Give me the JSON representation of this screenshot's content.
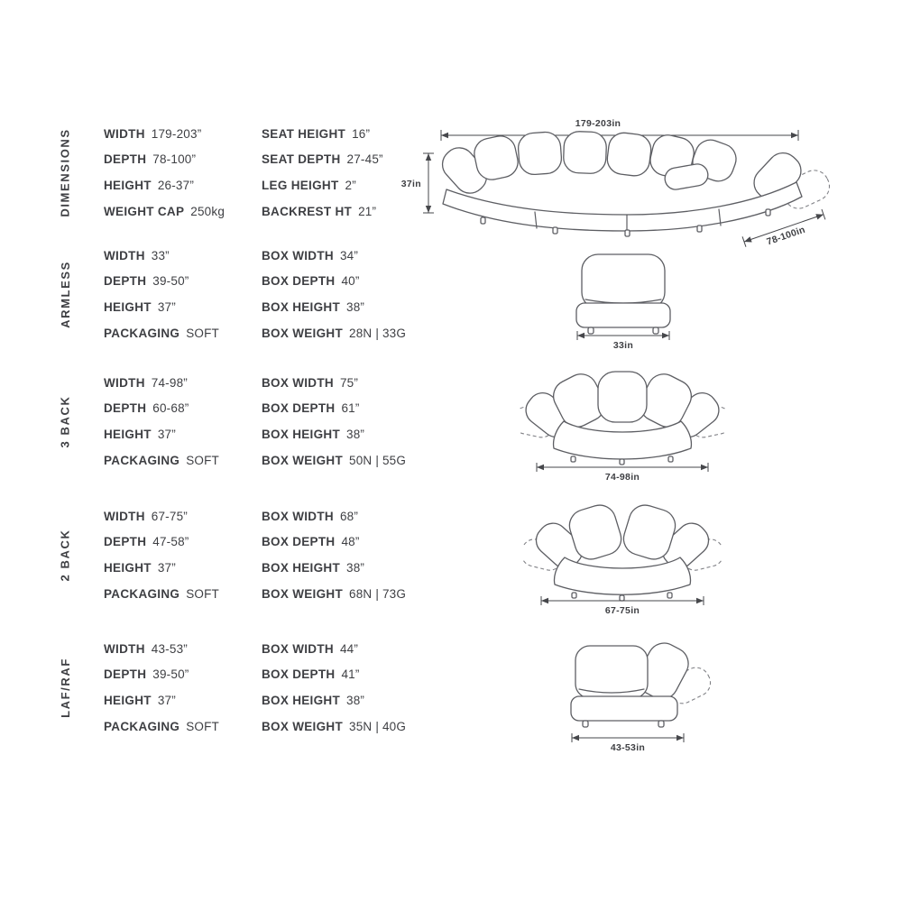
{
  "page": {
    "background": "#ffffff",
    "text_color": "#3e3f43",
    "line_color": "#5d5e63"
  },
  "sections": [
    {
      "label": "DIMENSIONS",
      "rows_col1": [
        {
          "key": "WIDTH",
          "value": "179-203”"
        },
        {
          "key": "DEPTH",
          "value": "78-100”"
        },
        {
          "key": "HEIGHT",
          "value": "26-37”"
        },
        {
          "key": "WEIGHT CAP",
          "value": "250kg"
        }
      ],
      "rows_col2": [
        {
          "key": "SEAT HEIGHT",
          "value": "16”"
        },
        {
          "key": "SEAT DEPTH",
          "value": "27-45”"
        },
        {
          "key": "LEG HEIGHT",
          "value": "2”"
        },
        {
          "key": "BACKREST HT",
          "value": "21”"
        }
      ],
      "diagram_labels": {
        "width": "179-203in",
        "height": "37in",
        "depth": "78-100in"
      }
    },
    {
      "label": "ARMLESS",
      "rows_col1": [
        {
          "key": "WIDTH",
          "value": "33”"
        },
        {
          "key": "DEPTH",
          "value": "39-50”"
        },
        {
          "key": "HEIGHT",
          "value": "37”"
        },
        {
          "key": "PACKAGING",
          "value": "SOFT"
        }
      ],
      "rows_col2": [
        {
          "key": "BOX WIDTH",
          "value": "34”"
        },
        {
          "key": "BOX DEPTH",
          "value": "40”"
        },
        {
          "key": "BOX HEIGHT",
          "value": "38”"
        },
        {
          "key": "BOX WEIGHT",
          "value": "28N | 33G"
        }
      ],
      "diagram_labels": {
        "width": "33in"
      }
    },
    {
      "label": "3 BACK",
      "rows_col1": [
        {
          "key": "WIDTH",
          "value": "74-98”"
        },
        {
          "key": "DEPTH",
          "value": "60-68”"
        },
        {
          "key": "HEIGHT",
          "value": "37”"
        },
        {
          "key": "PACKAGING",
          "value": "SOFT"
        }
      ],
      "rows_col2": [
        {
          "key": "BOX WIDTH",
          "value": "75”"
        },
        {
          "key": "BOX DEPTH",
          "value": "61”"
        },
        {
          "key": "BOX HEIGHT",
          "value": "38”"
        },
        {
          "key": "BOX WEIGHT",
          "value": "50N | 55G"
        }
      ],
      "diagram_labels": {
        "width": "74-98in"
      }
    },
    {
      "label": "2 BACK",
      "rows_col1": [
        {
          "key": "WIDTH",
          "value": "67-75”"
        },
        {
          "key": "DEPTH",
          "value": "47-58”"
        },
        {
          "key": "HEIGHT",
          "value": "37”"
        },
        {
          "key": "PACKAGING",
          "value": "SOFT"
        }
      ],
      "rows_col2": [
        {
          "key": "BOX WIDTH",
          "value": "68”"
        },
        {
          "key": "BOX DEPTH",
          "value": "48”"
        },
        {
          "key": "BOX HEIGHT",
          "value": "38”"
        },
        {
          "key": "BOX WEIGHT",
          "value": "68N | 73G"
        }
      ],
      "diagram_labels": {
        "width": "67-75in"
      }
    },
    {
      "label": "LAF/RAF",
      "rows_col1": [
        {
          "key": "WIDTH",
          "value": "43-53”"
        },
        {
          "key": "DEPTH",
          "value": "39-50”"
        },
        {
          "key": "HEIGHT",
          "value": "37”"
        },
        {
          "key": "PACKAGING",
          "value": "SOFT"
        }
      ],
      "rows_col2": [
        {
          "key": "BOX WIDTH",
          "value": "44”"
        },
        {
          "key": "BOX DEPTH",
          "value": "41”"
        },
        {
          "key": "BOX HEIGHT",
          "value": "38”"
        },
        {
          "key": "BOX WEIGHT",
          "value": "35N | 40G"
        }
      ],
      "diagram_labels": {
        "width": "43-53in"
      }
    }
  ]
}
